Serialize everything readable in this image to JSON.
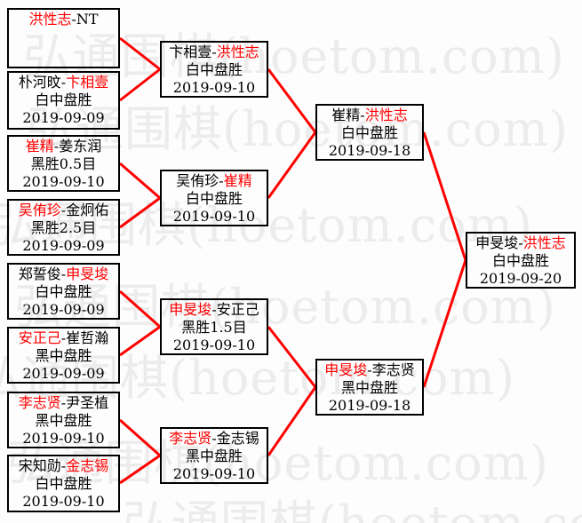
{
  "colors": {
    "winner": "#ff0000",
    "line": "#ff0000",
    "border": "#000000",
    "watermark": "#ececec"
  },
  "ui": {
    "separator": "-"
  },
  "watermark": {
    "text": "弘通围棋(hoetom.com)"
  },
  "bracket": {
    "round1": [
      {
        "p1": "洪性志",
        "p2": "NT",
        "winner": "p1",
        "result": "",
        "date": ""
      },
      {
        "p1": "朴河旼",
        "p2": "卞相壹",
        "winner": "p2",
        "result": "白中盘胜",
        "date": "2019-09-09"
      },
      {
        "p1": "崔精",
        "p2": "姜东润",
        "winner": "p1",
        "result": "黑胜0.5目",
        "date": "2019-09-10"
      },
      {
        "p1": "吴侑珍",
        "p2": "金炯佑",
        "winner": "p1",
        "result": "黑胜2.5目",
        "date": "2019-09-09"
      },
      {
        "p1": "郑誓俊",
        "p2": "申旻埈",
        "winner": "p2",
        "result": "白中盘胜",
        "date": "2019-09-09"
      },
      {
        "p1": "安正己",
        "p2": "崔哲瀚",
        "winner": "p1",
        "result": "黑中盘胜",
        "date": "2019-09-09"
      },
      {
        "p1": "李志贤",
        "p2": "尹圣植",
        "winner": "p1",
        "result": "黑中盘胜",
        "date": "2019-09-10"
      },
      {
        "p1": "宋知勋",
        "p2": "金志锡",
        "winner": "p2",
        "result": "白中盘胜",
        "date": "2019-09-10"
      }
    ],
    "round2": [
      {
        "p1": "卞相壹",
        "p2": "洪性志",
        "winner": "p2",
        "result": "白中盘胜",
        "date": "2019-09-10"
      },
      {
        "p1": "吴侑珍",
        "p2": "崔精",
        "winner": "p2",
        "result": "白中盘胜",
        "date": "2019-09-10"
      },
      {
        "p1": "申旻埈",
        "p2": "安正己",
        "winner": "p1",
        "result": "黑胜1.5目",
        "date": "2019-09-10"
      },
      {
        "p1": "李志贤",
        "p2": "金志锡",
        "winner": "p1",
        "result": "黑中盘胜",
        "date": "2019-09-10"
      }
    ],
    "semifinals": [
      {
        "p1": "崔精",
        "p2": "洪性志",
        "winner": "p2",
        "result": "白中盘胜",
        "date": "2019-09-18"
      },
      {
        "p1": "申旻埈",
        "p2": "李志贤",
        "winner": "p1",
        "result": "黑中盘胜",
        "date": "2019-09-18"
      }
    ],
    "final": [
      {
        "p1": "申旻埈",
        "p2": "洪性志",
        "winner": "p2",
        "result": "白中盘胜",
        "date": "2019-09-20"
      }
    ]
  }
}
